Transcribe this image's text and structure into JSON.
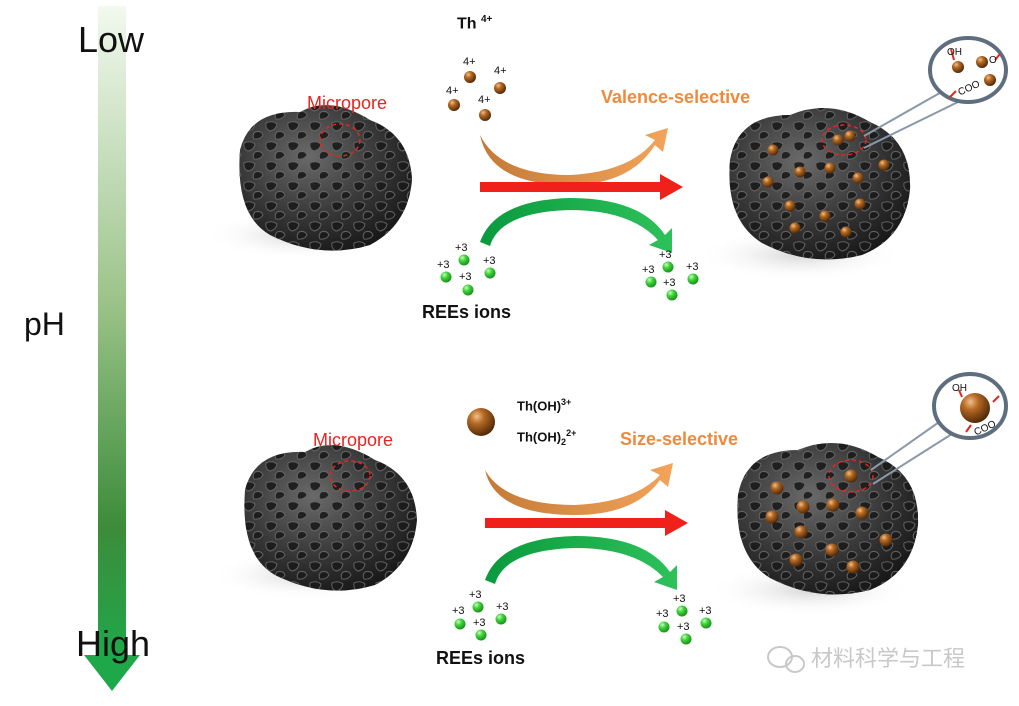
{
  "ph_axis": {
    "top_label": "Low",
    "bottom_label": "High",
    "axis_label": "pH",
    "gradient_from": "#eaf5e6",
    "gradient_to": "#1e9b47"
  },
  "panels": [
    {
      "adsorbent_label": "Micropore",
      "th_species": [
        "Th ",
        "4+"
      ],
      "th_charge": "4+",
      "selectivity": "Valence-selective",
      "ree_label": "REEs ions",
      "ree_charge": "+3",
      "zoom_groups": [
        "OH",
        "O",
        "COO"
      ]
    },
    {
      "adsorbent_label": "Micropore",
      "th_species": [
        "Th(OH)",
        "3+",
        "Th(OH)",
        "2",
        "2+"
      ],
      "selectivity": "Size-selective",
      "ree_label": "REEs ions",
      "ree_charge": "+3",
      "zoom_groups": [
        "OH",
        "COO"
      ]
    }
  ],
  "colors": {
    "thorium": "#8a4a12",
    "ree": "#2fc42b",
    "main_arrow": "#f0201a",
    "orange_arrow": "#ef8f3a",
    "green_arrow": "#13a848",
    "label_red": "#e8241f",
    "label_orange": "#ee8a3c"
  },
  "watermark": "材料科学与工程"
}
